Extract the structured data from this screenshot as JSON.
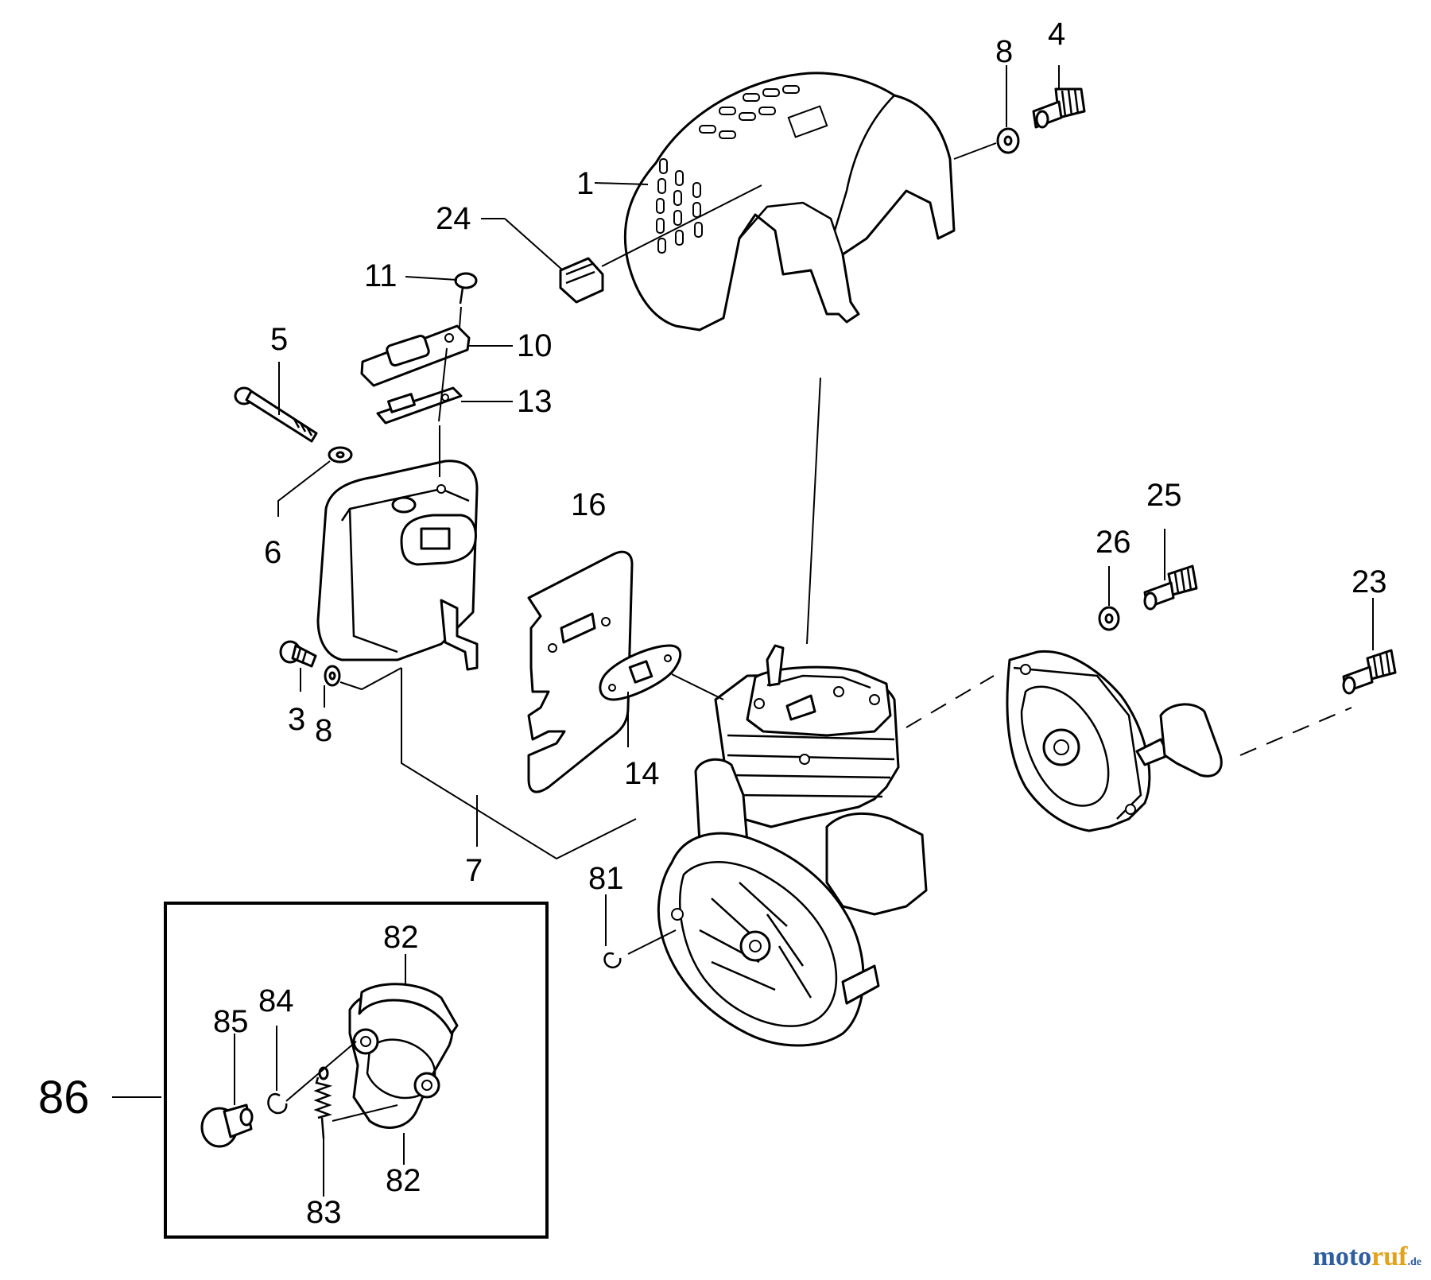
{
  "callouts": {
    "c1": "1",
    "c3": "3",
    "c4": "4",
    "c5": "5",
    "c6": "6",
    "c7": "7",
    "c8a": "8",
    "c8b": "8",
    "c10": "10",
    "c11": "11",
    "c13": "13",
    "c14": "14",
    "c16": "16",
    "c23": "23",
    "c24": "24",
    "c25": "25",
    "c26": "26",
    "c81": "81",
    "c82a": "82",
    "c82b": "82",
    "c83": "83",
    "c84": "84",
    "c85": "85",
    "c86": "86"
  },
  "watermark": {
    "brand_a": "moto",
    "brand_b": "ruf",
    "suffix": ".de"
  }
}
